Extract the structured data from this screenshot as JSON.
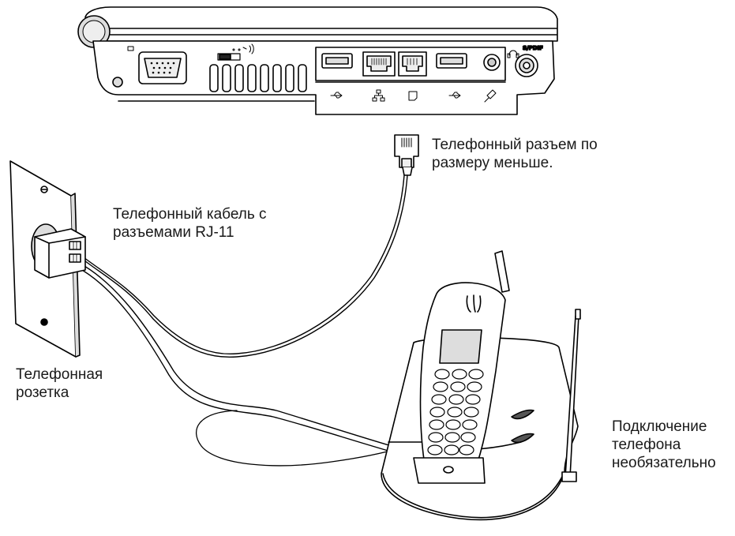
{
  "labels": {
    "small_jack": {
      "line1": "Телефонный разъем по",
      "line2": "размеру меньше."
    },
    "cable": {
      "line1": "Телефонный кабель с",
      "line2": "разъемами RJ-11"
    },
    "wall_socket": {
      "line1": "Телефонная",
      "line2": "розетка"
    },
    "phone_optional": {
      "line1": "Подключение",
      "line2": "телефона",
      "line3": "необязательно"
    }
  },
  "port_labels": {
    "spdif": "S/PDIF"
  },
  "icons": [
    "vga-port-icon",
    "wireless-switch-icon",
    "usb-icon",
    "lan-icon",
    "modem-icon",
    "microphone-icon",
    "headphone-icon"
  ],
  "colors": {
    "line": "#000000",
    "shade": "#d4d4d4",
    "background": "#ffffff"
  }
}
